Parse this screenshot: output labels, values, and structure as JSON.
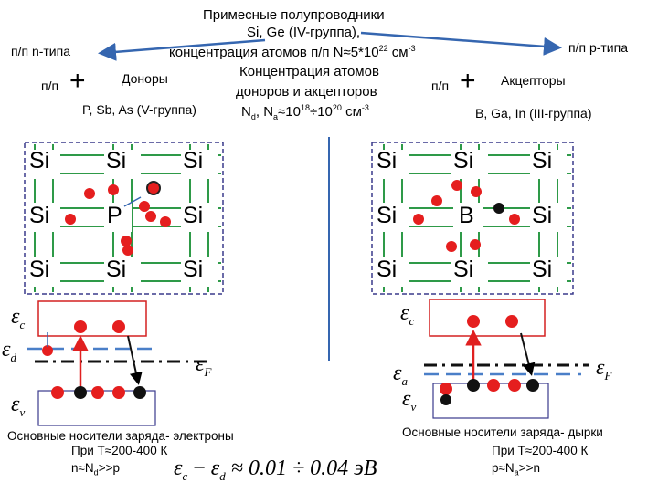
{
  "header": {
    "title": "Примесные полупроводники",
    "line2": "Si, Ge (IV-группа),",
    "line3_pre": "концентрация атомов  п/п N≈5*10",
    "line3_exp": "22",
    "line3_unit": " см",
    "line3_unit_exp": "-3",
    "conc_line1": "Концентрация атомов",
    "conc_line2": "доноров и акцепторов",
    "conc_nd": "N",
    "conc_nd_sub": "d",
    "conc_mid": ", N",
    "conc_na_sub": "a",
    "conc_range_a": "≈10",
    "conc_exp_a": "18",
    "conc_range_b": "÷10",
    "conc_exp_b": "20",
    "conc_unit": " см",
    "conc_unit_exp": "-3"
  },
  "left": {
    "type_label": "п/п n-типа",
    "pp_label": "п/п",
    "plus": "+",
    "dopant_title": "Доноры",
    "dopant_list": "P, Sb, As (V-группа)",
    "lattice": [
      "Si",
      "Si",
      "Si",
      "Si",
      "P",
      "Si",
      "Si",
      "Si",
      "Si"
    ],
    "ec_label": "ε",
    "ec_sub": "c",
    "ed_label": "ε",
    "ed_sub": "d",
    "ef_label": "ε",
    "ef_sub": "F",
    "ev_label": "ε",
    "ev_sub": "v",
    "carriers": "Основные носители заряда- электроны",
    "temp": "При T≈200-400 К",
    "conc_rel_pre": "n≈N",
    "conc_rel_sub": "d",
    "conc_rel_post": ">>p"
  },
  "right": {
    "type_label": "п/п p-типа",
    "pp_label": "п/п",
    "plus": "+",
    "dopant_title": "Акцепторы",
    "dopant_list": "B, Ga, In (III-группа)",
    "lattice": [
      "Si",
      "Si",
      "Si",
      "Si",
      "B",
      "Si",
      "Si",
      "Si",
      "Si"
    ],
    "ec_label": "ε",
    "ec_sub": "c",
    "ea_label": "ε",
    "ea_sub": "a",
    "ef_label": "ε",
    "ef_sub": "F",
    "ev_label": "ε",
    "ev_sub": "v",
    "carriers": "Основные носители заряда- дырки",
    "temp": "При T≈200-400 К",
    "conc_rel_pre": "p≈N",
    "conc_rel_sub": "a",
    "conc_rel_post": ">>n"
  },
  "formula": {
    "lhs_a": "ε",
    "lhs_a_sub": "c",
    "minus": " − ",
    "lhs_b": "ε",
    "lhs_b_sub": "d",
    "rhs": " ≈ 0.01 ÷ 0.04 эВ"
  },
  "colors": {
    "bond": "#2e9a48",
    "frame": "#3a3a8c",
    "electron": "#e51e1e",
    "band_box": "#d42020",
    "arrow_red": "#e02020",
    "level_dash": "#4a7fc8",
    "arrow_top": "#3566b0"
  }
}
